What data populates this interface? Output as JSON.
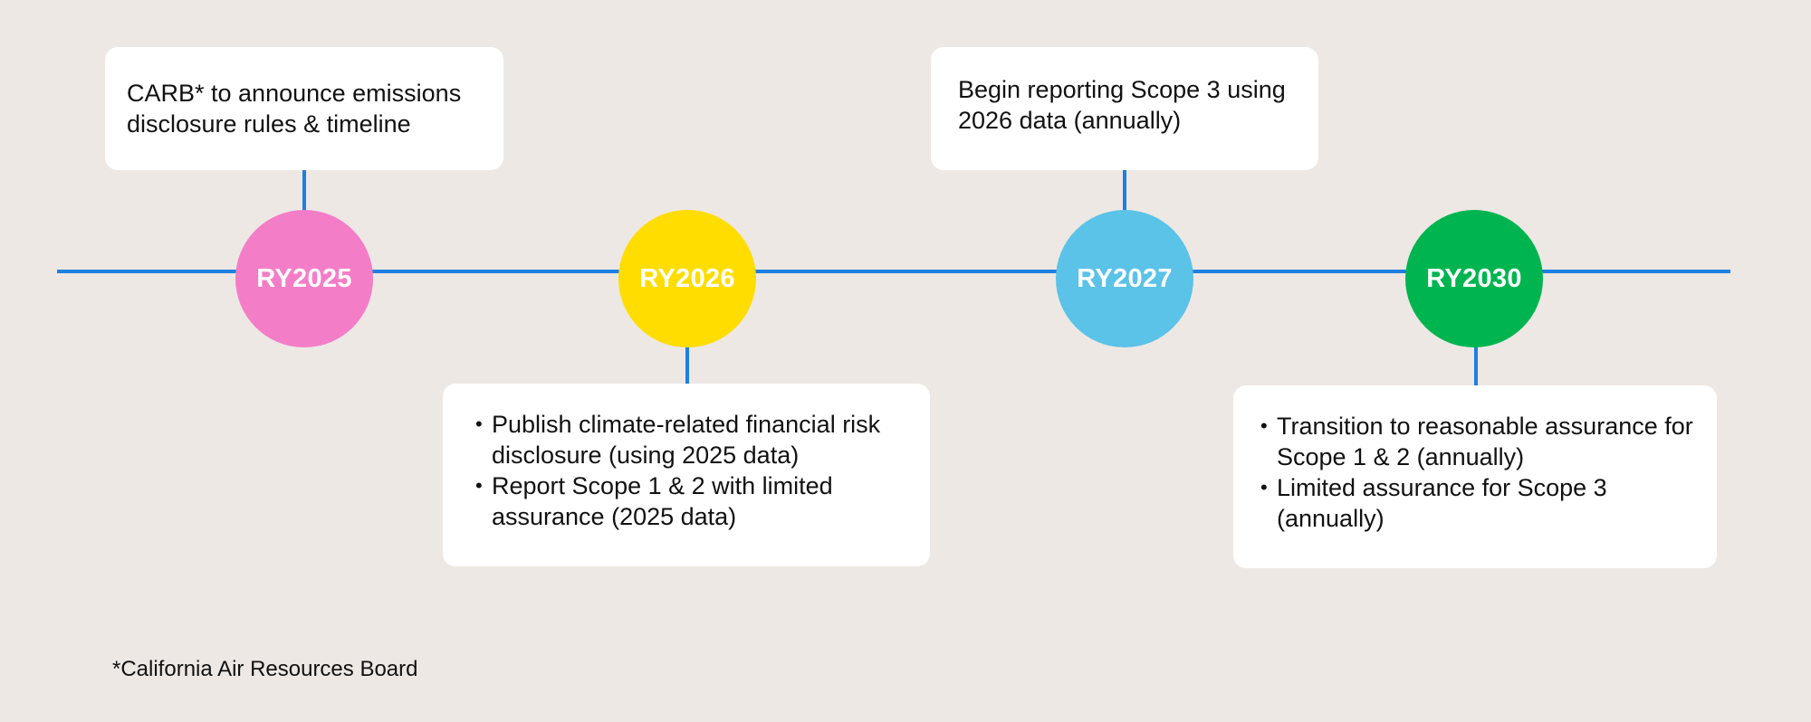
{
  "colors": {
    "background": "#EDE8E4",
    "line": "#1E7FE0",
    "card": "#FFFFFF"
  },
  "milestones": [
    {
      "label": "RY2025",
      "color": "#F47DC8"
    },
    {
      "label": "RY2026",
      "color": "#FFDD00"
    },
    {
      "label": "RY2027",
      "color": "#5BC2E8"
    },
    {
      "label": "RY2030",
      "color": "#00B550"
    }
  ],
  "cards": {
    "ry2025": {
      "text": "CARB* to announce emissions disclosure rules & timeline"
    },
    "ry2026": {
      "items": [
        "Publish climate-related financial risk disclosure (using 2025 data)",
        "Report Scope 1 & 2 with limited assurance (2025 data)"
      ]
    },
    "ry2027": {
      "text": "Begin reporting Scope 3 using 2026 data (annually)"
    },
    "ry2030": {
      "items": [
        "Transition to reasonable assurance for Scope 1 & 2 (annually)",
        "Limited assurance for Scope 3 (annually)"
      ]
    }
  },
  "footnote": "*California Air Resources Board"
}
